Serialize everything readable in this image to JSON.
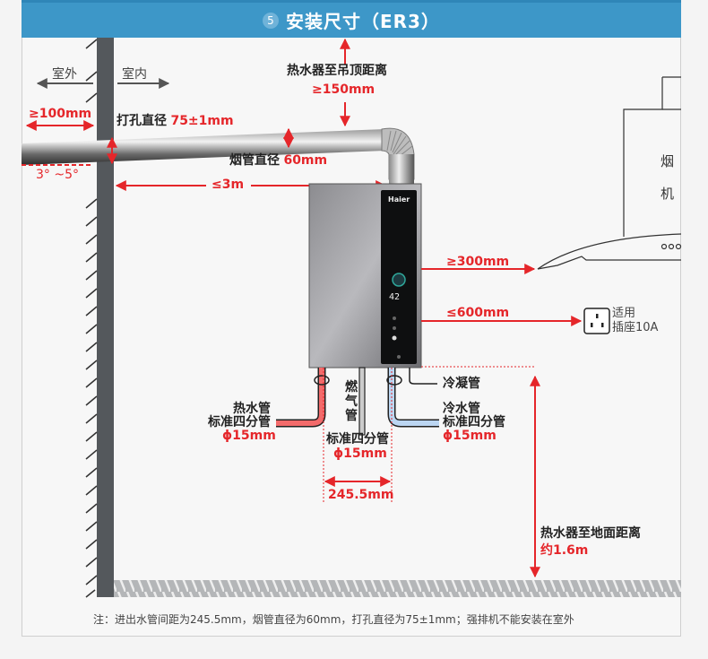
{
  "header": {
    "step_number": "5",
    "title": "安装尺寸（ER3）"
  },
  "wall": {
    "outdoor_label": "室外",
    "indoor_label": "室内"
  },
  "dimensions": {
    "ceiling_label": "热水器至吊顶距离",
    "ceiling_value": "≥150mm",
    "outside_protrusion": "≥100mm",
    "hole_label": "打孔直径",
    "hole_value": "75±1mm",
    "slope_value": "3° ~5°",
    "flue_label": "烟管直径",
    "flue_value": "60mm",
    "flue_length": "≤3m",
    "hood_distance": "≥300mm",
    "socket_distance": "≤600mm",
    "floor_label": "热水器至地面距离",
    "floor_value": "约1.6m",
    "pipe_spacing": "245.5mm"
  },
  "range_hood": {
    "label_line1": "烟",
    "label_line2": "机"
  },
  "socket": {
    "label_line1": "适用",
    "label_line2": "插座10A"
  },
  "heater": {
    "brand": "Haier",
    "display_temp": "42"
  },
  "pipes": {
    "hot_label": "热水管",
    "hot_spec": "标准四分管",
    "hot_dia": "ϕ15mm",
    "gas_label_1": "燃",
    "gas_label_2": "气",
    "gas_label_3": "管",
    "gas_spec": "标准四分管",
    "gas_dia": "ϕ15mm",
    "condensate_label": "冷凝管",
    "cold_label": "冷水管",
    "cold_spec": "标准四分管",
    "cold_dia": "ϕ15mm"
  },
  "footnote": "注：进出水管间距为245.5mm，烟管直径为60mm，打孔直径为75±1mm；强排机不能安装在室外",
  "colors": {
    "accent_red": "#e5262a",
    "header_blue": "#3d97c8",
    "wall_dark": "#54585c"
  }
}
